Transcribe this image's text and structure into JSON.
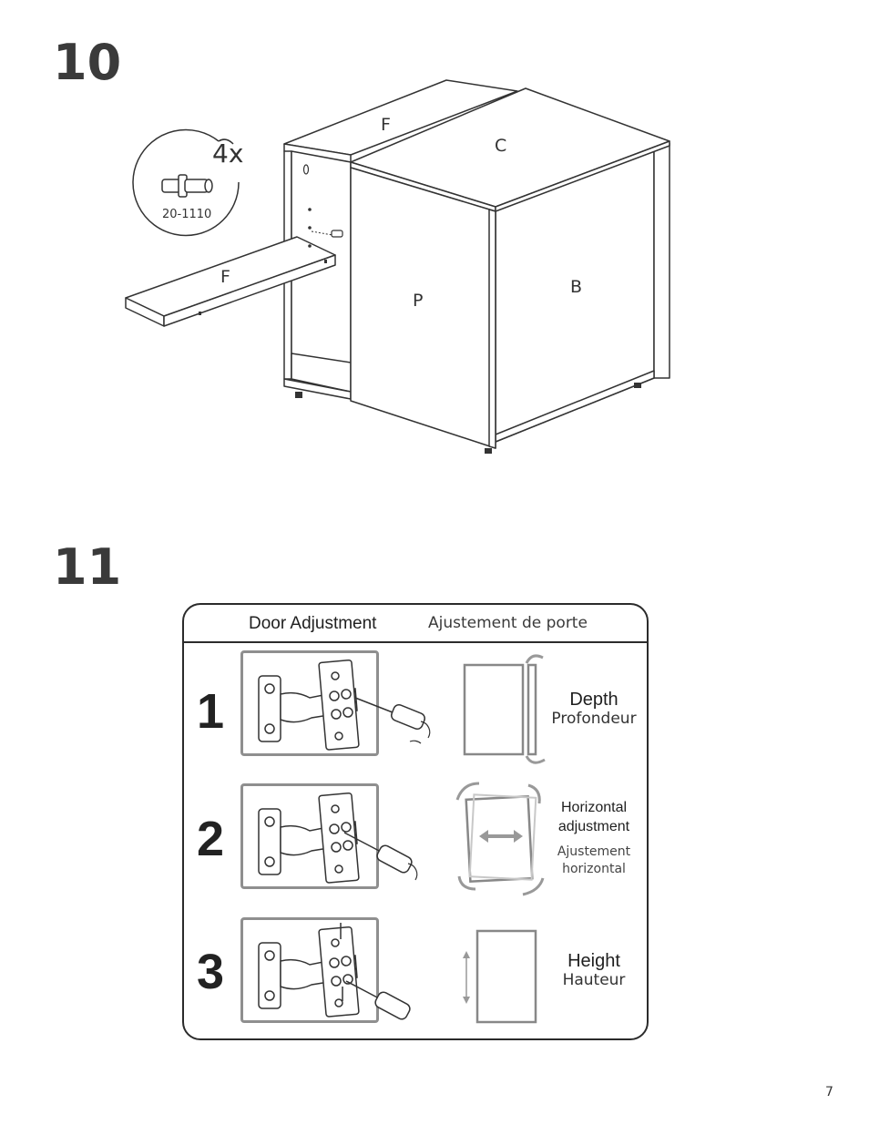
{
  "step10": {
    "number": "10",
    "hardware": {
      "count": "4x",
      "code": "20-1110"
    },
    "part_labels": {
      "top_back": "F",
      "top": "C",
      "shelf": "F",
      "panel_left": "P",
      "panel_right": "B"
    }
  },
  "step11": {
    "number": "11",
    "header": {
      "english": "Door Adjustment",
      "french": "Ajustement de porte"
    },
    "rows": [
      {
        "number": "1",
        "english": "Depth",
        "french": "Profondeur"
      },
      {
        "number": "2",
        "english_line1": "Horizontal",
        "english_line2": "adjustment",
        "french_line1": "Ajustement",
        "french_line2": "horizontal"
      },
      {
        "number": "3",
        "english": "Height",
        "french": "Hauteur"
      }
    ]
  },
  "page_number": "7"
}
